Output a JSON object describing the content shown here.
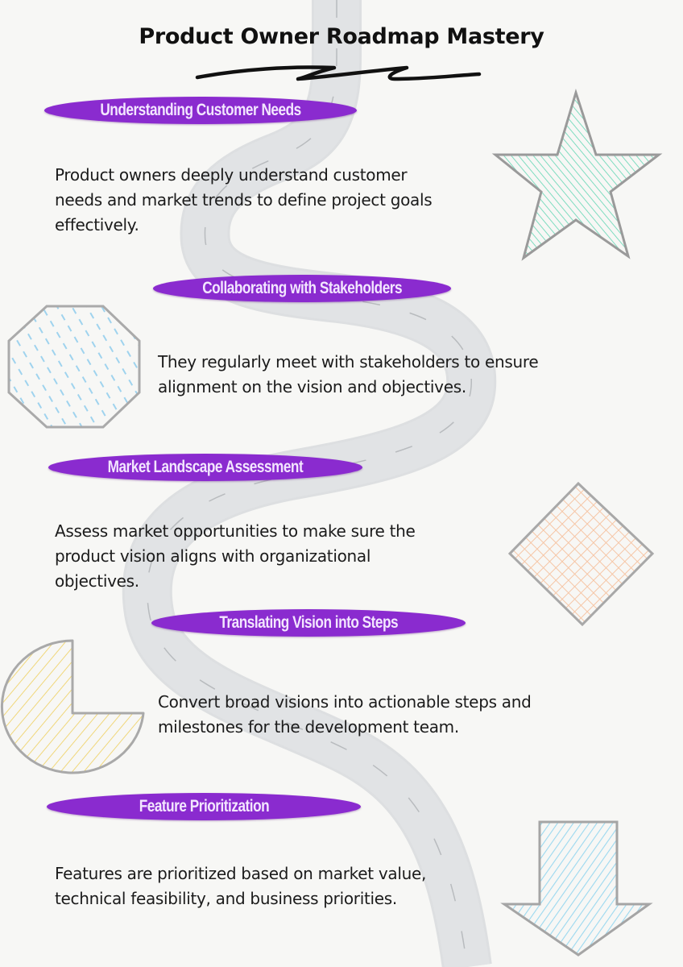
{
  "page": {
    "title": "Product Owner Roadmap Mastery",
    "background_color": "#f7f7f5",
    "accent_color": "#8a2bcf",
    "road_color": "#dfe1e3"
  },
  "sections": [
    {
      "heading": "Understanding Customer Needs",
      "body": "Product owners deeply understand customer needs and market trends to define project goals effectively.",
      "body_lines": [
        "Product owners deeply understand customer",
        "needs and market trends to define project goals",
        "effectively."
      ],
      "shape": "star-icon",
      "shape_color": "#7fdcc0"
    },
    {
      "heading": "Collaborating with Stakeholders",
      "body": "They regularly meet with stakeholders to ensure alignment on the vision and objectives.",
      "body_lines": [
        "They regularly meet with stakeholders to ensure",
        "alignment on the vision and objectives."
      ],
      "shape": "octagon-icon",
      "shape_color": "#9fd3ee"
    },
    {
      "heading": "Market Landscape Assessment",
      "body": "Assess market opportunities to make sure the product vision aligns with organizational objectives.",
      "body_lines": [
        "Assess market opportunities to make sure the",
        "product vision aligns with organizational",
        "objectives."
      ],
      "shape": "diamond-icon",
      "shape_color": "#f6c6a6"
    },
    {
      "heading": "Translating Vision into Steps",
      "body": "Convert broad visions into actionable steps and milestones for the development team.",
      "body_lines": [
        "Convert broad visions into actionable steps and",
        "milestones for the development team."
      ],
      "shape": "pie-icon",
      "shape_color": "#f0d77a"
    },
    {
      "heading": "Feature Prioritization",
      "body": "Features are prioritized based on market value, technical feasibility, and business priorities.",
      "body_lines": [
        "Features are prioritized based on market value,",
        "technical feasibility, and business priorities."
      ],
      "shape": "arrow-down-icon",
      "shape_color": "#9bd8ef"
    }
  ]
}
